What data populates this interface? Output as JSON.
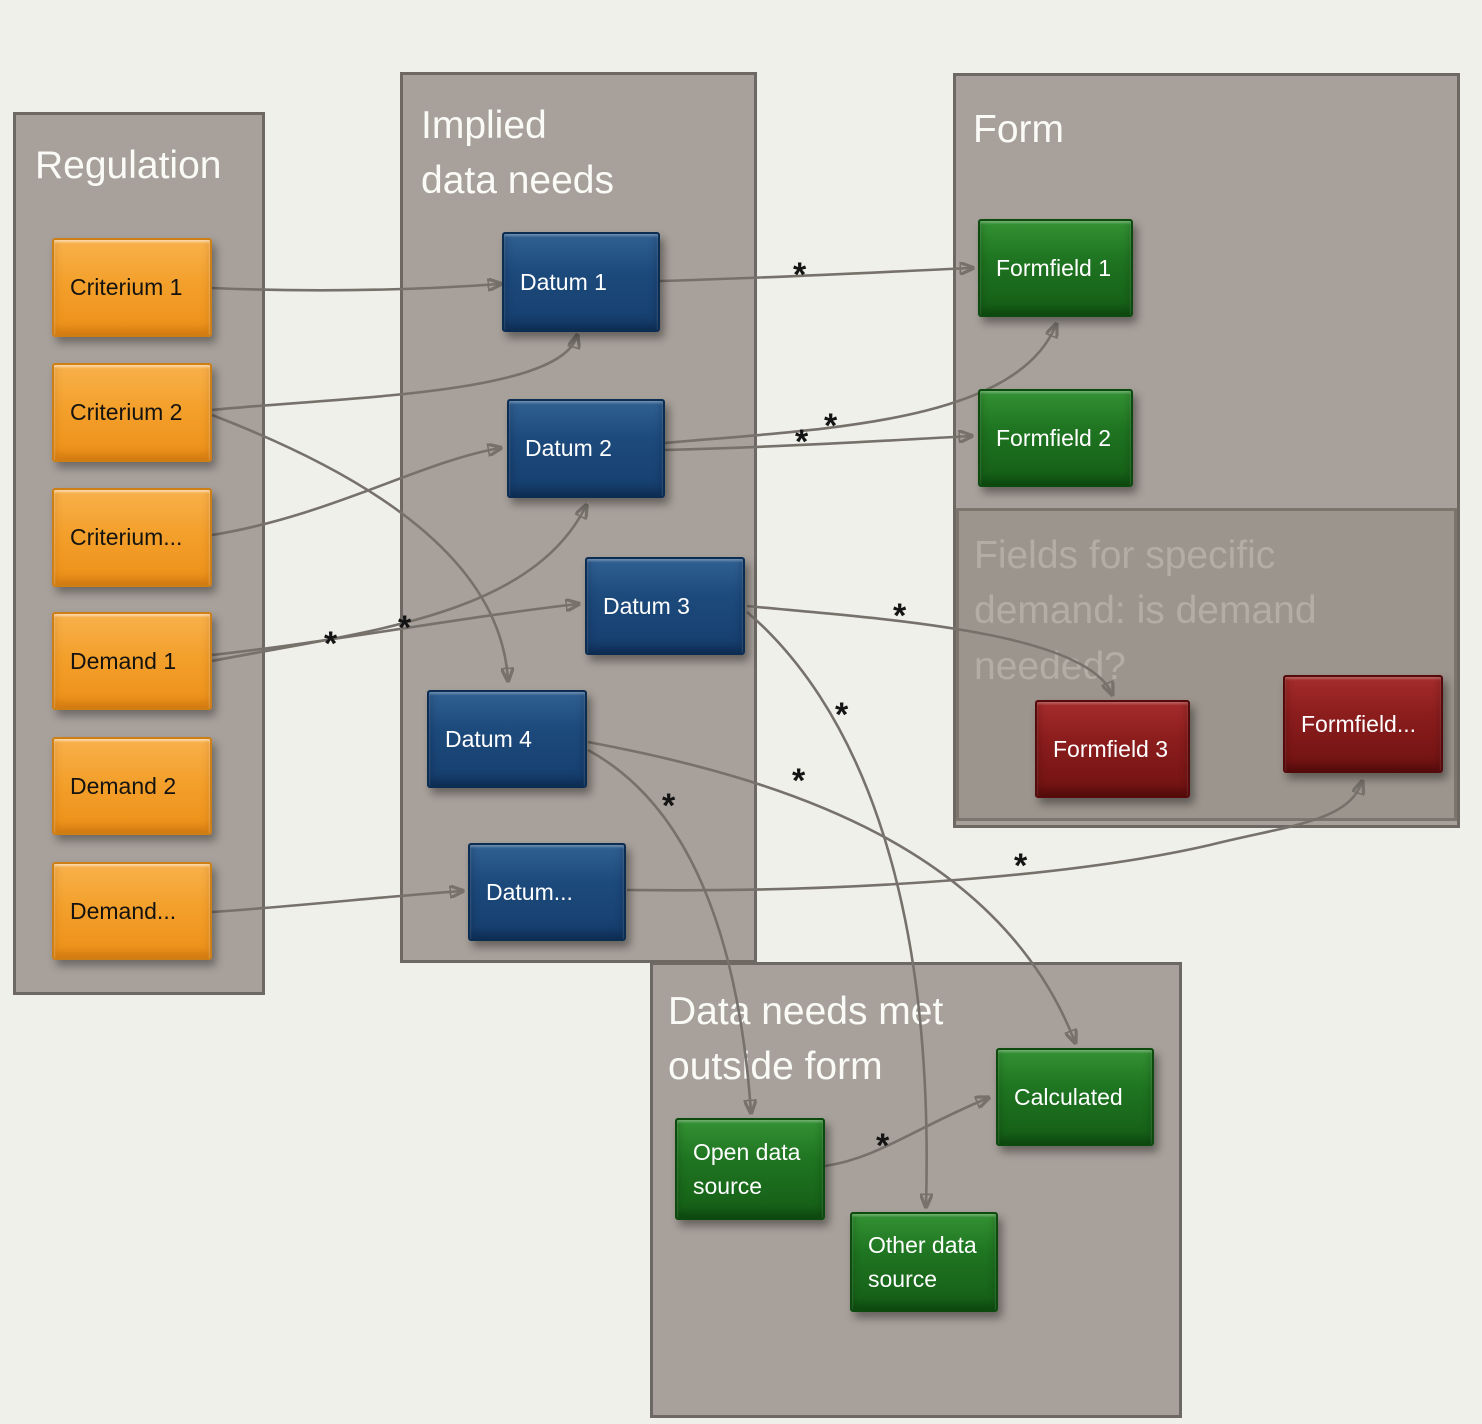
{
  "diagram": {
    "panels": {
      "regulation": {
        "title": "Regulation"
      },
      "implied_data_needs": {
        "title": "Implied\ndata needs"
      },
      "form": {
        "title": "Form"
      },
      "fields_specific_demand": {
        "title": "Fields for specific\ndemand: is demand\nneeded?"
      },
      "outside_form": {
        "title": "Data needs met\noutside form"
      }
    },
    "nodes": {
      "criterium1": {
        "label": "Criterium 1",
        "color": "orange"
      },
      "criterium2": {
        "label": "Criterium 2",
        "color": "orange"
      },
      "criterium_more": {
        "label": "Criterium...",
        "color": "orange"
      },
      "demand1": {
        "label": "Demand 1",
        "color": "orange"
      },
      "demand2": {
        "label": "Demand 2",
        "color": "orange"
      },
      "demand_more": {
        "label": "Demand...",
        "color": "orange"
      },
      "datum1": {
        "label": "Datum 1",
        "color": "blue"
      },
      "datum2": {
        "label": "Datum 2",
        "color": "blue"
      },
      "datum3": {
        "label": "Datum 3",
        "color": "blue"
      },
      "datum4": {
        "label": "Datum 4",
        "color": "blue"
      },
      "datum_more": {
        "label": "Datum...",
        "color": "blue"
      },
      "formfield1": {
        "label": "Formfield 1",
        "color": "green"
      },
      "formfield2": {
        "label": "Formfield 2",
        "color": "green"
      },
      "formfield3": {
        "label": "Formfield 3",
        "color": "dark_red"
      },
      "formfield_more": {
        "label": "Formfield...",
        "color": "dark_red"
      },
      "open_data": {
        "label": "Open data\nsource",
        "color": "green"
      },
      "calculated": {
        "label": "Calculated",
        "color": "green"
      },
      "other_data": {
        "label": "Other data\nsource",
        "color": "green"
      }
    },
    "connections": [
      {
        "from": "criterium1",
        "to": "datum1",
        "marker": ""
      },
      {
        "from": "criterium2",
        "to": "datum1",
        "marker": ""
      },
      {
        "from": "criterium2",
        "to": "datum4",
        "marker": ""
      },
      {
        "from": "criterium_more",
        "to": "datum2",
        "marker": ""
      },
      {
        "from": "demand1",
        "to": "datum3",
        "marker": "*"
      },
      {
        "from": "demand1",
        "to": "datum2",
        "marker": "*"
      },
      {
        "from": "demand_more",
        "to": "datum_more",
        "marker": ""
      },
      {
        "from": "datum1",
        "to": "formfield1",
        "marker": "*"
      },
      {
        "from": "datum2",
        "to": "formfield1",
        "marker": "*"
      },
      {
        "from": "datum2",
        "to": "formfield2",
        "marker": "*"
      },
      {
        "from": "datum3",
        "to": "formfield3",
        "marker": "*"
      },
      {
        "from": "datum3",
        "to": "other_data",
        "marker": "*"
      },
      {
        "from": "datum4",
        "to": "calculated",
        "marker": "*"
      },
      {
        "from": "datum4",
        "to": "open_data",
        "marker": "*"
      },
      {
        "from": "datum_more",
        "to": "formfield_more",
        "marker": "*"
      },
      {
        "from": "open_data",
        "to": "calculated",
        "marker": "*"
      }
    ],
    "colors": {
      "background": "#eff0e9",
      "panel_fill": "#a8a19b",
      "panel_border": "#6e6862",
      "subpanel_fill": "#9c958d",
      "arrow": "#76716a",
      "orange_node": "#f3a02c",
      "blue_node": "#1d4a7c",
      "green_node": "#1f7521",
      "dark_red_node": "#8c1d1d"
    }
  }
}
